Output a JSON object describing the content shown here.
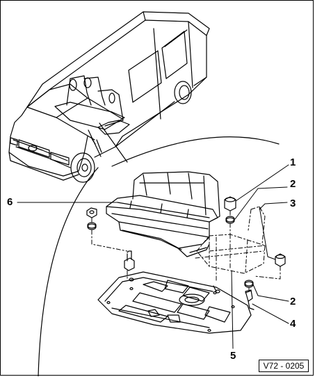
{
  "callouts": [
    {
      "id": "1",
      "label": "1"
    },
    {
      "id": "2a",
      "label": "2"
    },
    {
      "id": "3",
      "label": "3"
    },
    {
      "id": "2b",
      "label": "2"
    },
    {
      "id": "4",
      "label": "4"
    },
    {
      "id": "5",
      "label": "5"
    },
    {
      "id": "6",
      "label": "6"
    }
  ],
  "figure_code": "V72 - 0205"
}
